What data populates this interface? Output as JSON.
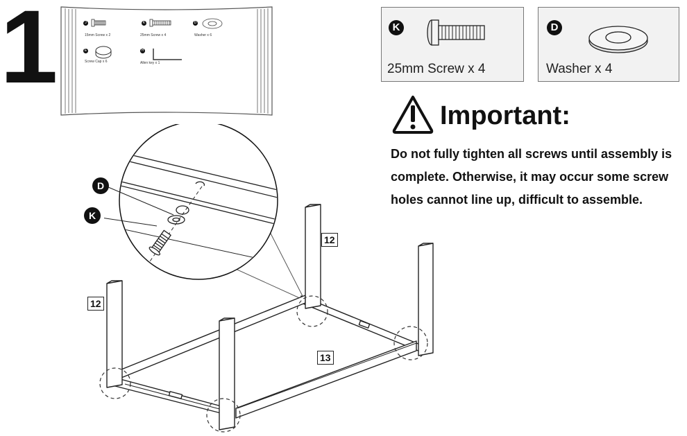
{
  "step_number": "1",
  "bag": {
    "items": [
      {
        "letter": "J",
        "label": "15mm Screw x 2"
      },
      {
        "letter": "K",
        "label": "25mm Screw x 4"
      },
      {
        "letter": "D",
        "label": "Washer x 6"
      },
      {
        "letter": "E",
        "label": "Screw Cap x 6"
      },
      {
        "letter": "H",
        "label": "Allen key x 1"
      }
    ]
  },
  "parts": {
    "screw": {
      "letter": "K",
      "label": "25mm Screw x 4"
    },
    "washer": {
      "letter": "D",
      "label": "Washer x 4"
    }
  },
  "important": {
    "title": "Important:",
    "lines": [
      "Do not fully tighten all screws until assembly is",
      "complete. Otherwise, it may occur some screw",
      "holes cannot line up, difficult to assemble."
    ]
  },
  "callouts": {
    "washer": "D",
    "screw": "K"
  },
  "part_tags": {
    "leg_back": "12",
    "leg_left": "12",
    "frame": "13"
  }
}
